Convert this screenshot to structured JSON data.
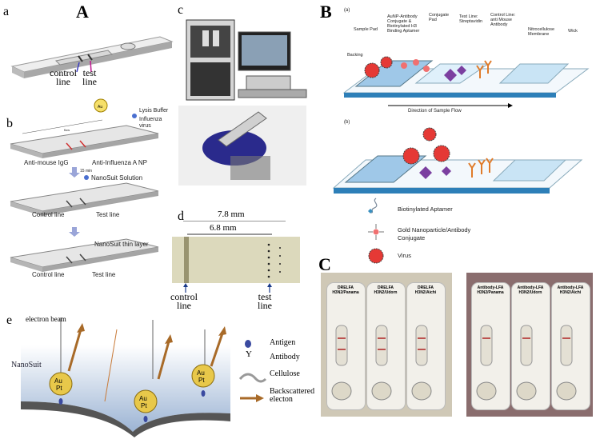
{
  "panel_labels": {
    "A": "A",
    "a": "a",
    "b": "b",
    "c": "c",
    "d": "d",
    "e": "e",
    "B": "B",
    "C": "C"
  },
  "panel_a": {
    "control": "control\nline",
    "test": "test\nline"
  },
  "panel_b": {
    "lysis": "Lysis Buffer",
    "influenza": "Influenza\nvirus",
    "flow": "flow",
    "anti_mouse": "Anti-mouse IgG",
    "anti_flu": "Anti-Influenza A NP",
    "minutes": "15 min",
    "nanosuit": "NanoSuit Solution",
    "control1": "Control line",
    "test1": "Test line",
    "thin": "NanoSuit thin layer",
    "control2": "Control line",
    "test2": "Test line"
  },
  "panel_d": {
    "dim1": "7.8 mm",
    "dim2": "6.8 mm",
    "control": "control\nline",
    "test": "test\nline"
  },
  "panel_e": {
    "beam": "electron beam",
    "nanosuit": "NanoSuit",
    "au": "Au",
    "pt": "Pt",
    "legend": [
      "Antigen",
      "Antibody",
      "Cellulose",
      "Backscattered\nelecton"
    ],
    "y": "Y"
  },
  "panel_B": {
    "sub_a": "(a)",
    "sub_b": "(b)",
    "sample_pad": "Sample Pad",
    "backing": "Backing",
    "conjugate_label": "AuNP-Antibody\nConjugate &\nBiotinylated H3\nBinding Aptamer",
    "conjugate_pad": "Conjugate\nPad",
    "test_line": "Test Line:\nStreptavidin",
    "control_line": "Control Line:\nanti Mouse\nAntibody",
    "membrane": "Nitrocellulose\nMembrane",
    "wick": "Wick",
    "direction": "Direction of Sample Flow",
    "legend": [
      "Biotinylated Aptamer",
      "Gold Nanoparticle/Antibody\nConjugate",
      "Virus"
    ]
  },
  "panel_C": {
    "left": [
      "DRELFA\nH3N2/Panama",
      "DRELFA\nH3N2/Udorn",
      "DRELFA\nH3N2/Aichi"
    ],
    "right": [
      "Antibody-LFA\nH3N2/Panama",
      "Antibody-LFA\nH3N2/Udorn",
      "Antibody-LFA\nH3N2/Aichi"
    ]
  },
  "colors": {
    "blue": "#9fc8e8",
    "red": "#e53935",
    "purple": "#7b3fa0",
    "orange": "#e07b2a",
    "gold": "#e8c84a"
  }
}
